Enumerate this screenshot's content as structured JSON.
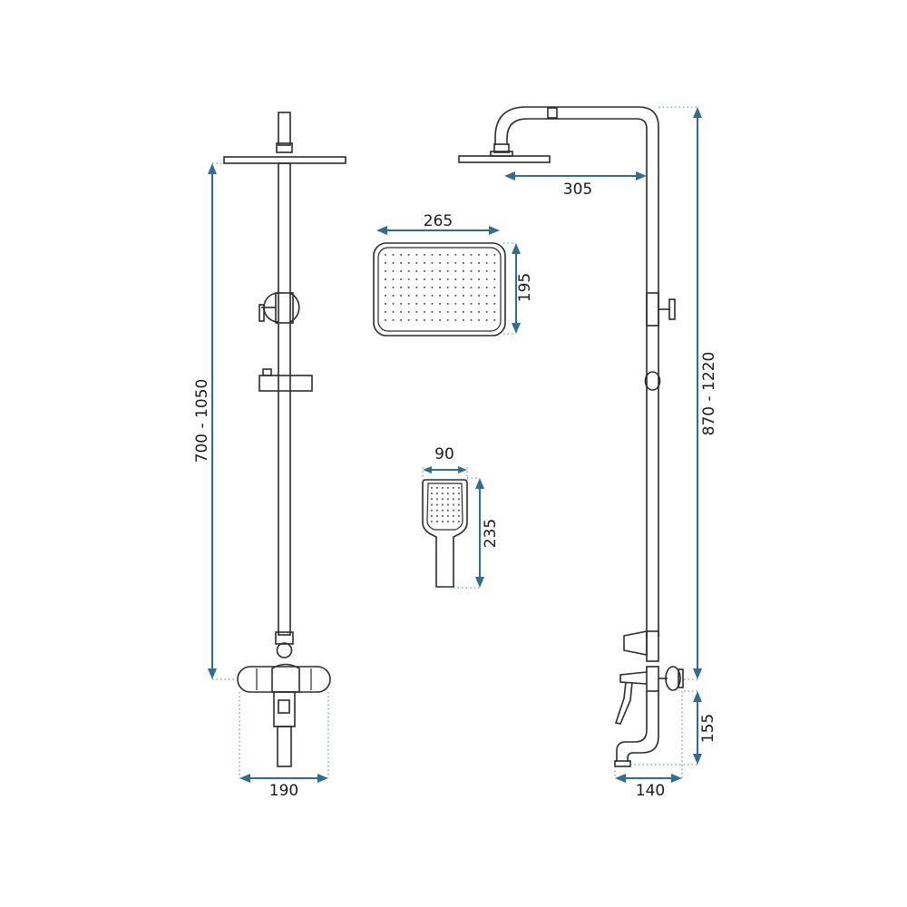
{
  "dimensions": {
    "front_height": "700 - 1050",
    "base_width": "190",
    "head_width": "265",
    "head_depth": "195",
    "hand_width": "90",
    "hand_length": "235",
    "arm_reach": "305",
    "side_height": "870 - 1220",
    "spout_height": "155",
    "spout_projection": "140"
  },
  "colors": {
    "dimension_line": "#2e6e94",
    "extension_line": "#3d8a88",
    "outline": "#2b2b2b"
  }
}
